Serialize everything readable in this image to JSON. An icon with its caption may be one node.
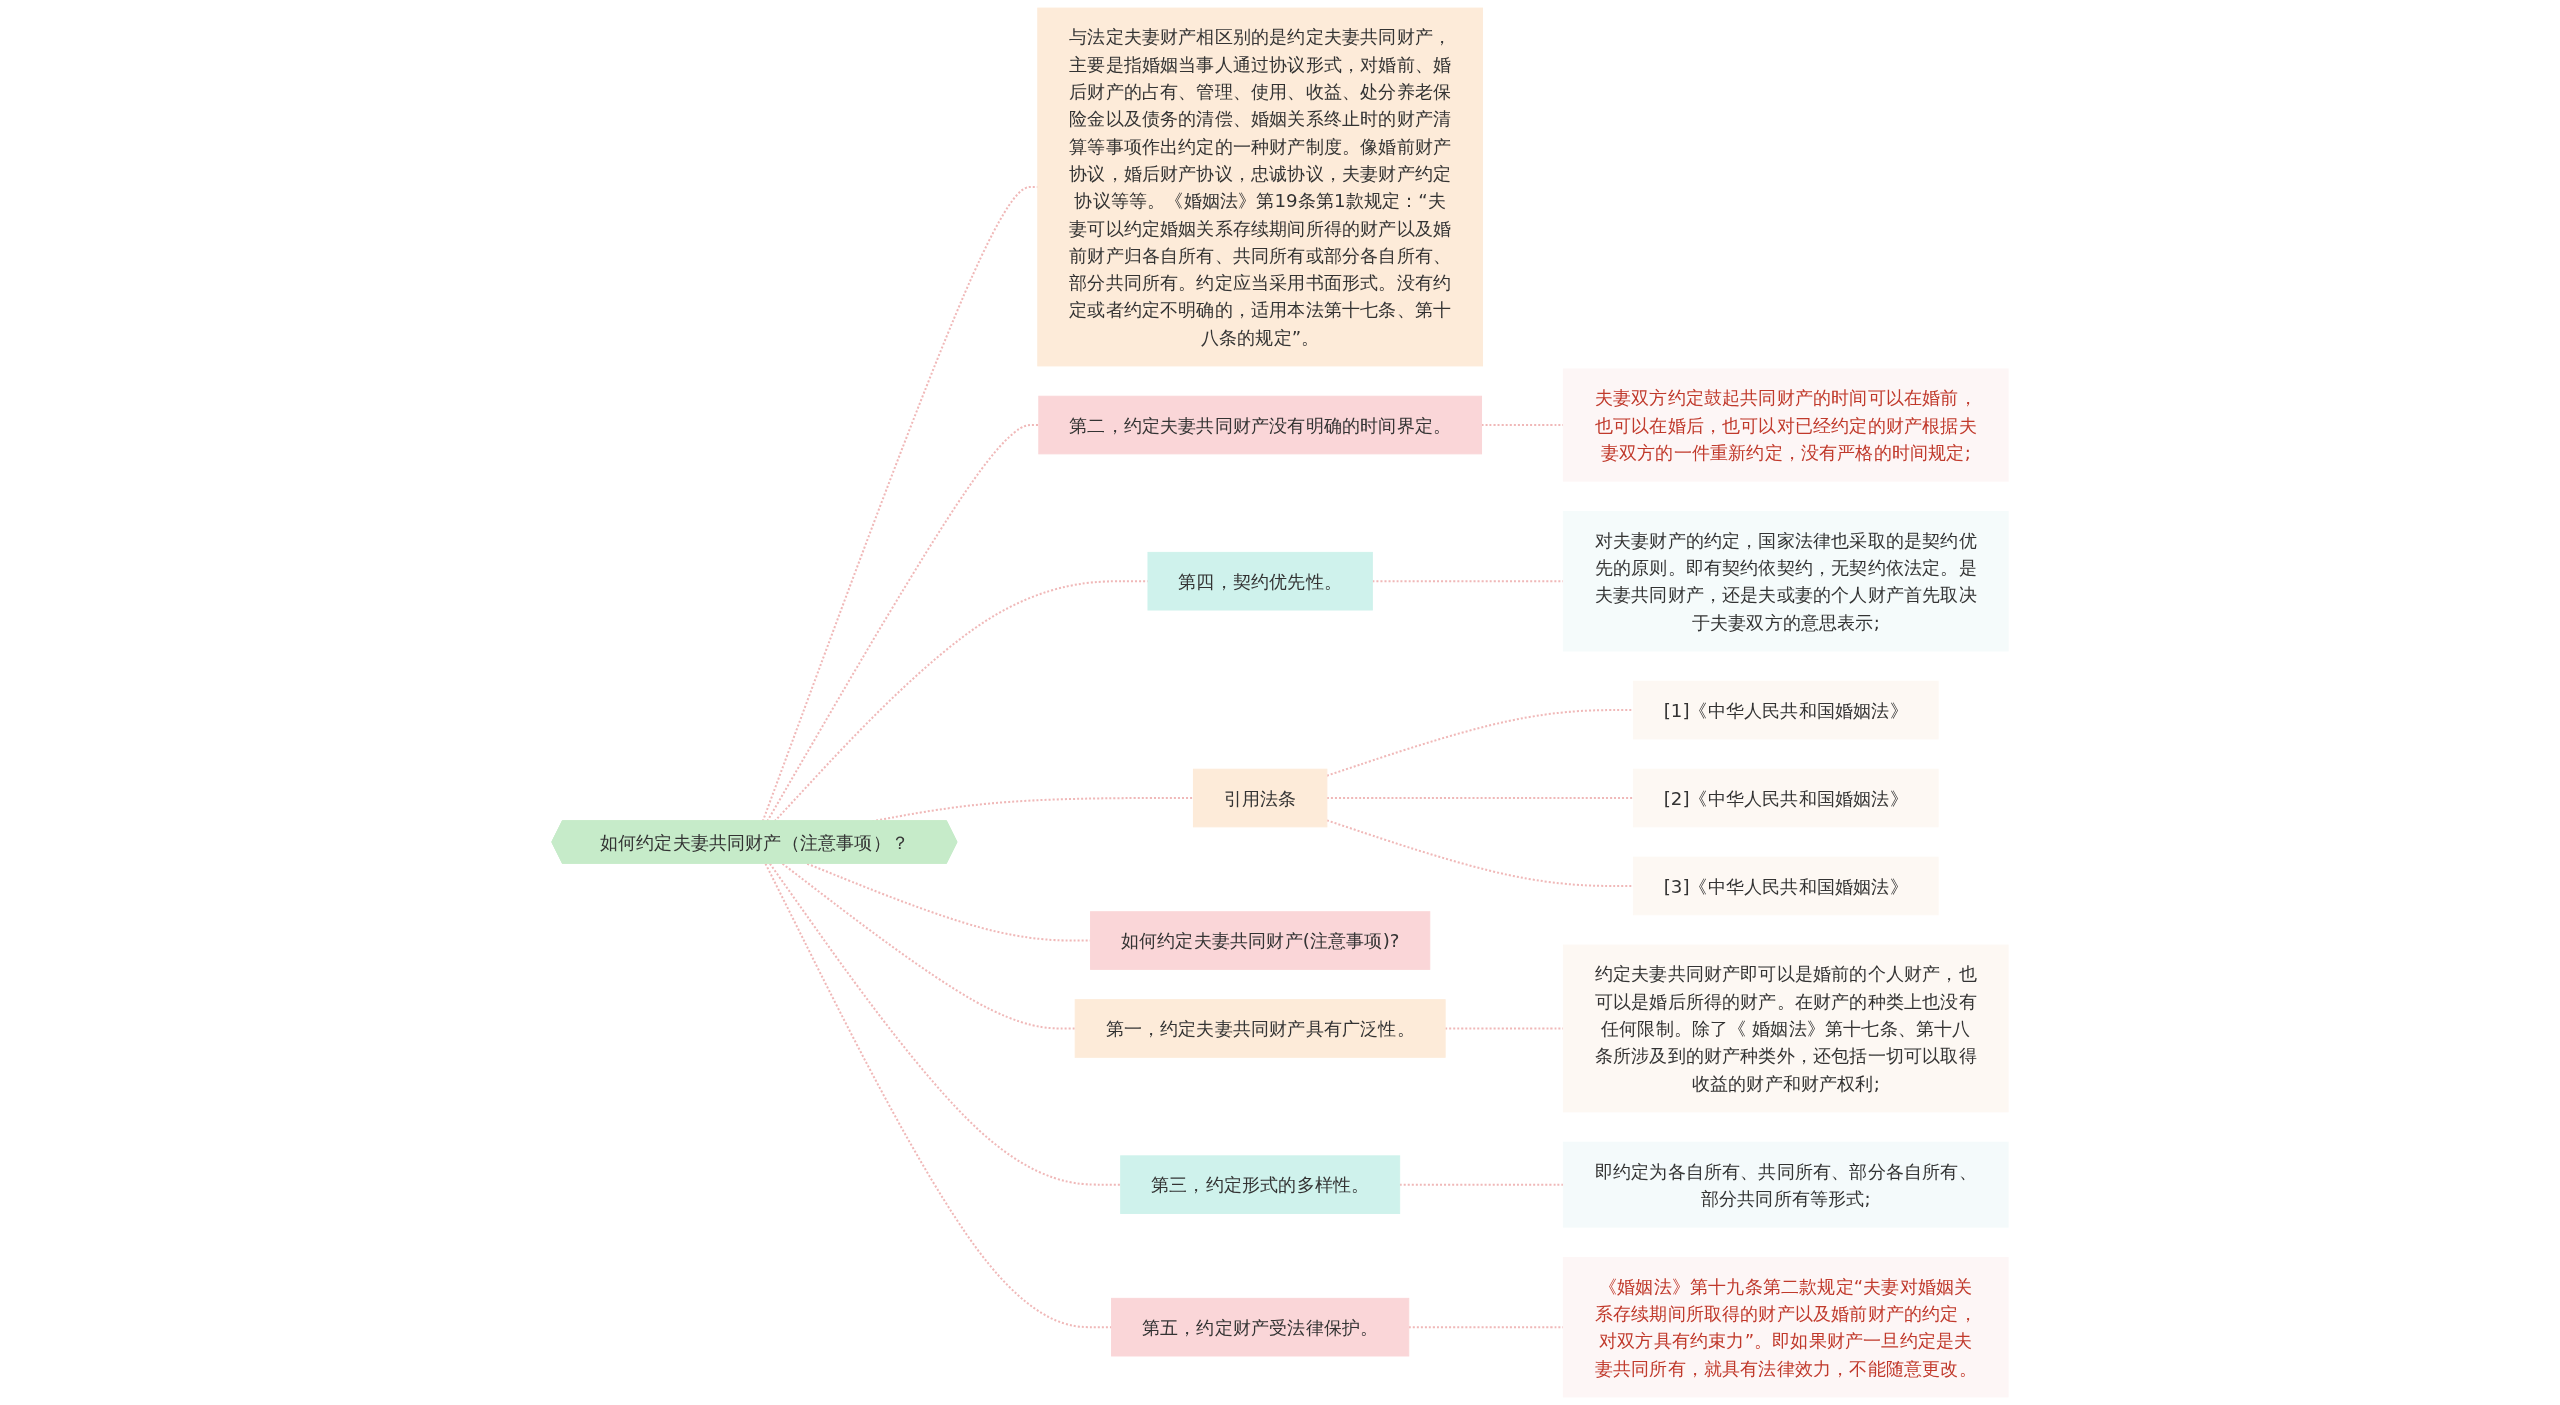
{
  "diagram": {
    "nodes": [
      {
        "text": [
          "如何约定夫妻共同财产（注意事项）？"
        ]
      },
      {
        "text": [
          "与法定夫妻财产相区别的是约定夫妻共同财产，主要是指婚姻当事人通过协议形式，对婚前、婚后财产的占有、管理、使用、收益、处分养老保险金以及债务的清偿、婚姻关系终止时的财产清算等事项作出约定的一种财产制度。像婚前财产协议，婚后财产协议，忠诚协议，夫妻财产约定协议等等。《婚姻法》第19条第1款规定：“夫妻可以约定婚姻关系存续期间所得的财产以及婚前财产归各自所有、共同所有或部分各自所有、部分共同所有。约定应当采用书面形式。没有约定或者约定不明确的，适用本法第十七条、第十八条的规定”。"
        ]
      },
      {
        "text": [
          "第二，约定夫妻共同财产没有明确的时间界定。"
        ]
      },
      {
        "text": [
          "夫妻双方约定鼓起共同财产的时间可以在婚前，也可以在婚后，也可以对已经约定的财产根据夫妻双方的一件重新约定，没有严格的时间规定;"
        ]
      },
      {
        "text": [
          "第四，契约优先性。"
        ]
      },
      {
        "text": [
          "对夫妻财产的约定，国家法律也采取的是契约优先的原则。即有契约依契约，无契约依法定。是夫妻共同财产，还是夫或妻的个人财产首先取决于夫妻双方的意思表示;"
        ]
      },
      {
        "text": [
          "引用法条"
        ]
      },
      {
        "text": [
          "[1]《中华人民共和国婚姻法》"
        ]
      },
      {
        "text": [
          "[2]《中华人民共和国婚姻法》"
        ]
      },
      {
        "text": [
          "[3]《中华人民共和国婚姻法》"
        ]
      },
      {
        "text": [
          "如何约定夫妻共同财产(注意事项)?"
        ]
      },
      {
        "text": [
          "第一，约定夫妻共同财产具有广泛性。"
        ]
      },
      {
        "text": [
          "约定夫妻共同财产即可以是婚前的个人财产，也可以是婚后所得的财产。在财产的种类上也没有任何限制。除了《 婚姻法》第十七条、第十八条所涉及到的财产种类外，还包括一切可以取得收益的财产和财产权利;"
        ]
      },
      {
        "text": [
          "第三，约定形式的多样性。"
        ]
      },
      {
        "text": [
          "即约定为各自所有、共同所有、部分各自所有、部分共同所有等形式;"
        ]
      },
      {
        "text": [
          "第五，约定财产受法律保护。"
        ]
      },
      {
        "text": [
          "《婚姻法》第十九条第二款规定“夫妻对婚姻关系存续期间所取得的财产以及婚前财产的约定，对双方具有约束力”。即如果财产一旦约定是夫妻共同所有，就具有法律效力，不能随意更改。"
        ]
      }
    ],
    "edges": [
      {
        "from": 0,
        "to": 1,
        "arrow": "none",
        "style": "dashed"
      },
      {
        "from": 0,
        "to": 2,
        "arrow": "none",
        "style": "dashed"
      },
      {
        "from": 2,
        "to": 3,
        "arrow": "none",
        "style": "dashed"
      },
      {
        "from": 0,
        "to": 4,
        "arrow": "none",
        "style": "dashed"
      },
      {
        "from": 4,
        "to": 5,
        "arrow": "none",
        "style": "dashed"
      },
      {
        "from": 0,
        "to": 6,
        "arrow": "none",
        "style": "dashed"
      },
      {
        "from": 6,
        "to": 7,
        "arrow": "none",
        "style": "dashed"
      },
      {
        "from": 6,
        "to": 8,
        "arrow": "none",
        "style": "dashed"
      },
      {
        "from": 6,
        "to": 9,
        "arrow": "none",
        "style": "dashed"
      },
      {
        "from": 0,
        "to": 10,
        "arrow": "none",
        "style": "dashed"
      },
      {
        "from": 0,
        "to": 11,
        "arrow": "none",
        "style": "dashed"
      },
      {
        "from": 11,
        "to": 12,
        "arrow": "none",
        "style": "dashed"
      },
      {
        "from": 0,
        "to": 13,
        "arrow": "none",
        "style": "dashed"
      },
      {
        "from": 13,
        "to": 14,
        "arrow": "none",
        "style": "dashed"
      },
      {
        "from": 0,
        "to": 15,
        "arrow": "none",
        "style": "dashed"
      },
      {
        "from": 15,
        "to": 16,
        "arrow": "none",
        "style": "dashed"
      }
    ]
  }
}
